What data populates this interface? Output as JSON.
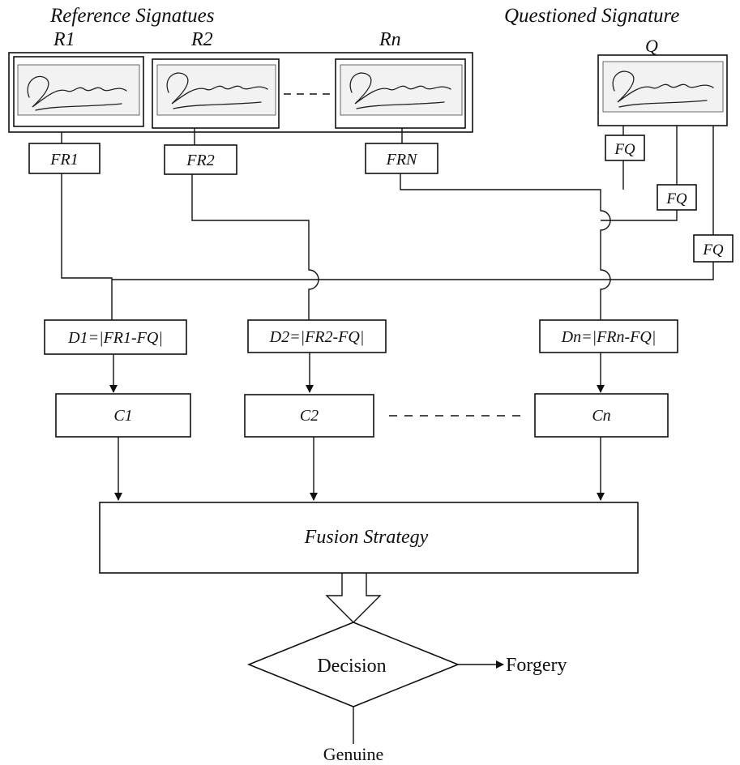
{
  "headings": {
    "reference": "Reference Signatues",
    "questioned": "Questioned Signature"
  },
  "references": [
    {
      "label": "R1",
      "feature": "FR1",
      "distance": "D1=|FR1-FQ|",
      "classifier": "C1"
    },
    {
      "label": "R2",
      "feature": "FR2",
      "distance": "D2=|FR2-FQ|",
      "classifier": "C2"
    },
    {
      "label": "Rn",
      "feature": "FRN",
      "distance": "Dn=|FRn-FQ|",
      "classifier": "Cn"
    }
  ],
  "questioned": {
    "label": "Q",
    "features": [
      "FQ",
      "FQ",
      "FQ"
    ]
  },
  "fusion": "Fusion Strategy",
  "decision": "Decision",
  "outputs": {
    "forgery": "Forgery",
    "genuine": "Genuine"
  }
}
